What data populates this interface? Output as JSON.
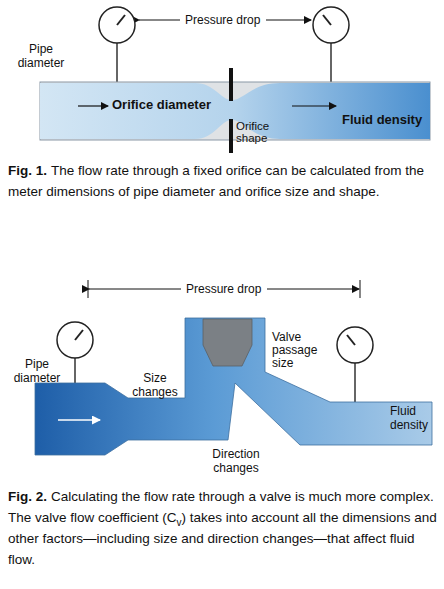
{
  "diagram": {
    "labels": [
      "Pressure drop",
      "Pipe diameter",
      "Orifice diameter",
      "Orifice shape",
      "Fluid density",
      "Fig. 1.",
      "The flow rate through a fixed orifice can be calculated from the meter dimensions of pipe diameter and orifice size and shape.",
      "Pressure drop",
      "Valve passage size",
      "Pipe diameter",
      "Size changes",
      "Fluid density",
      "Direction changes",
      "Fig. 2.",
      "Calculating the flow rate through a valve is much more complex. The valve flow coefficient (C",
      "v",
      ") takes into account all the dimensions and other factors—including size and direction changes—that affect fluid flow."
    ]
  }
}
